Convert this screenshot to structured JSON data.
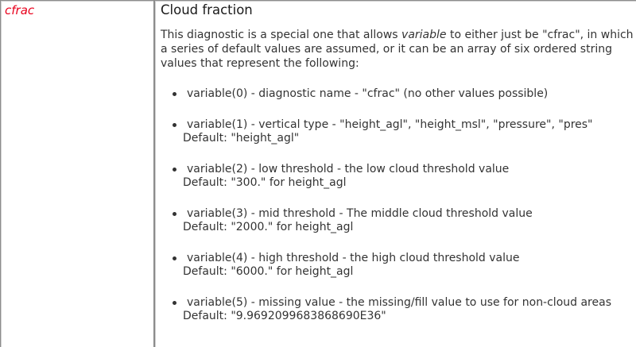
{
  "key_name": "cfrac",
  "title": "Cloud fraction",
  "intro": {
    "part1": "This diagnostic is a special one that allows ",
    "emphasis": "variable",
    "part2": " to either just be \"cfrac\", in which a series of default values are assumed, or it can be an array of six ordered string values that represent the following:"
  },
  "items": [
    {
      "text": "variable(0) - diagnostic name - \"cfrac\" (no other values possible)",
      "default": ""
    },
    {
      "text": "variable(1) - vertical type - \"height_agl\", \"height_msl\", \"pressure\", \"pres\"",
      "default": "Default: \"height_agl\""
    },
    {
      "text": "variable(2) - low threshold - the low cloud threshold value",
      "default": "Default: \"300.\" for height_agl"
    },
    {
      "text": "variable(3) - mid threshold - The middle cloud threshold value",
      "default": "Default: \"2000.\" for height_agl"
    },
    {
      "text": "variable(4) - high threshold - the high cloud threshold value",
      "default": "Default: \"6000.\" for height_agl"
    },
    {
      "text": "variable(5) - missing value - the missing/fill value to use for non-cloud areas",
      "default": "Default: \"9.9692099683868690E36\""
    }
  ]
}
